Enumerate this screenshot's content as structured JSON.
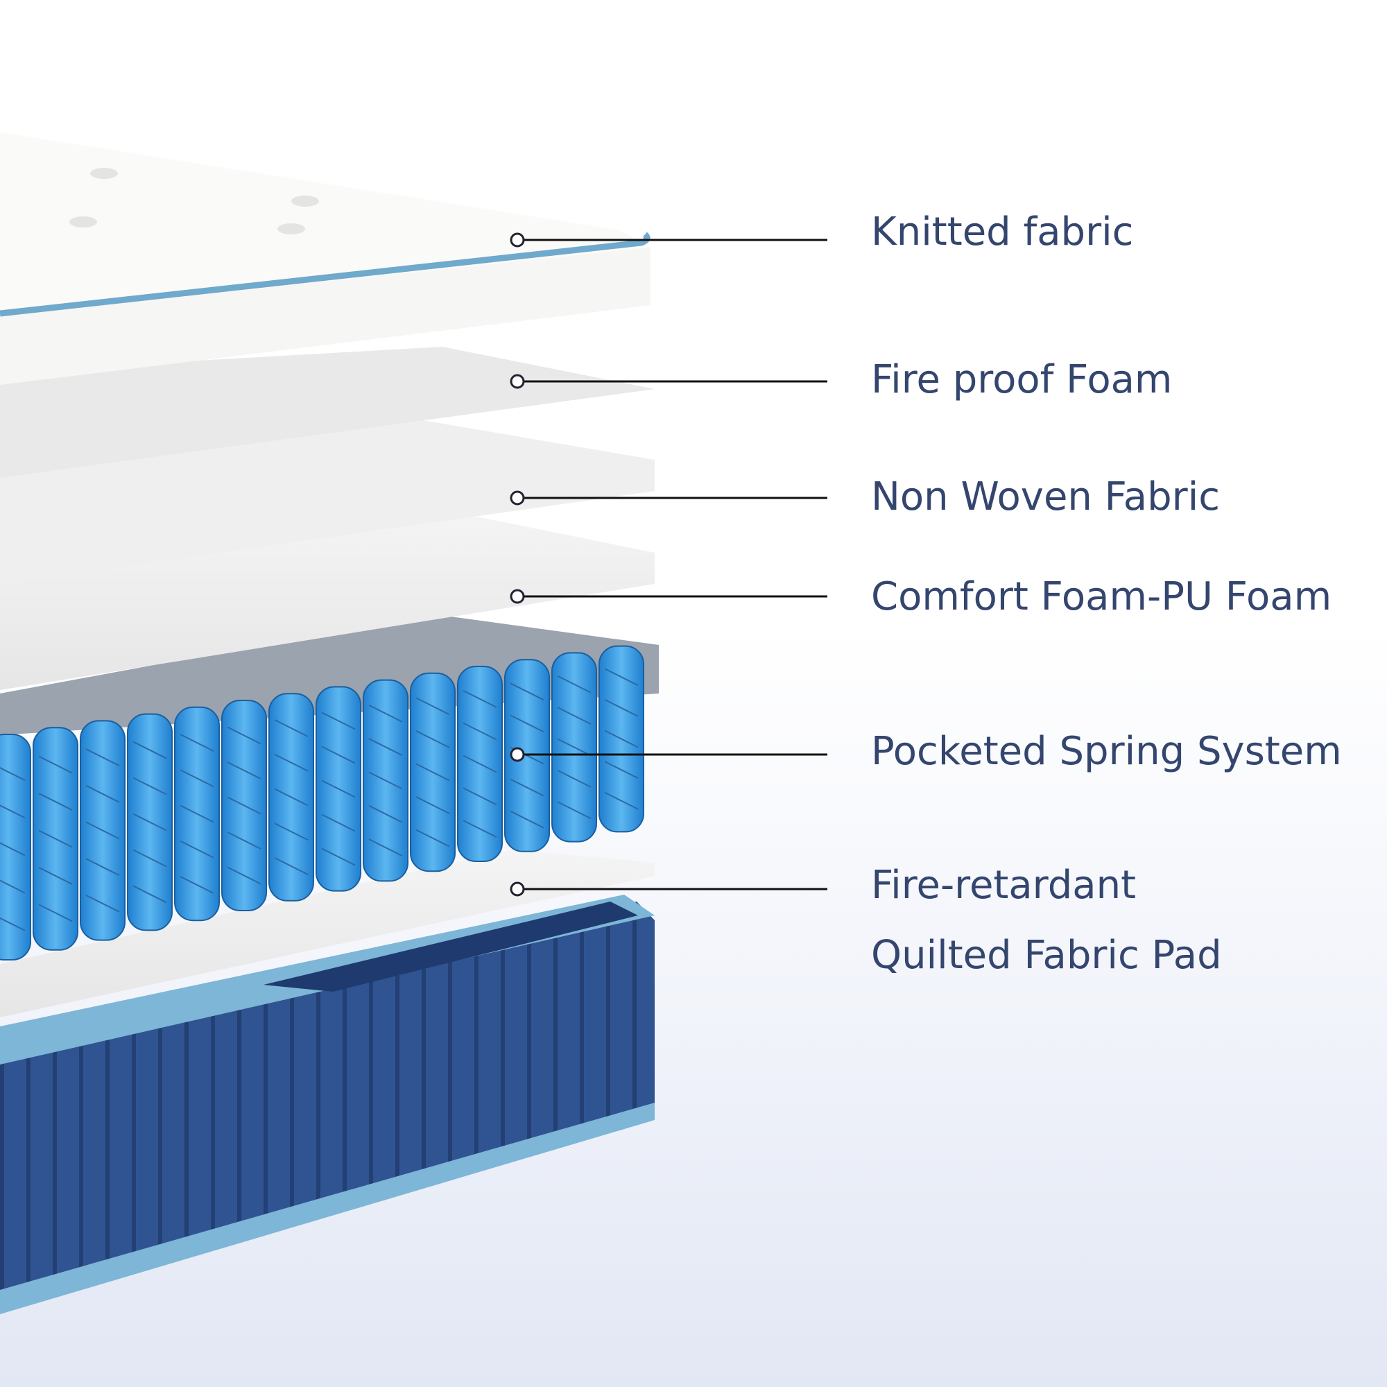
{
  "callouts": [
    {
      "label": "Knitted fabric"
    },
    {
      "label": "Fire proof Foam"
    },
    {
      "label": "Non Woven Fabric"
    },
    {
      "label": "Comfort Foam-PU Foam"
    },
    {
      "label": "Pocketed Spring System"
    },
    {
      "label": "Fire-retardant",
      "label2": "Quilted Fabric Pad"
    }
  ],
  "colors": {
    "text": "#34466e",
    "base": "#2d4f8a",
    "piping": "#7db6d6",
    "spring": "#3a9be0"
  }
}
